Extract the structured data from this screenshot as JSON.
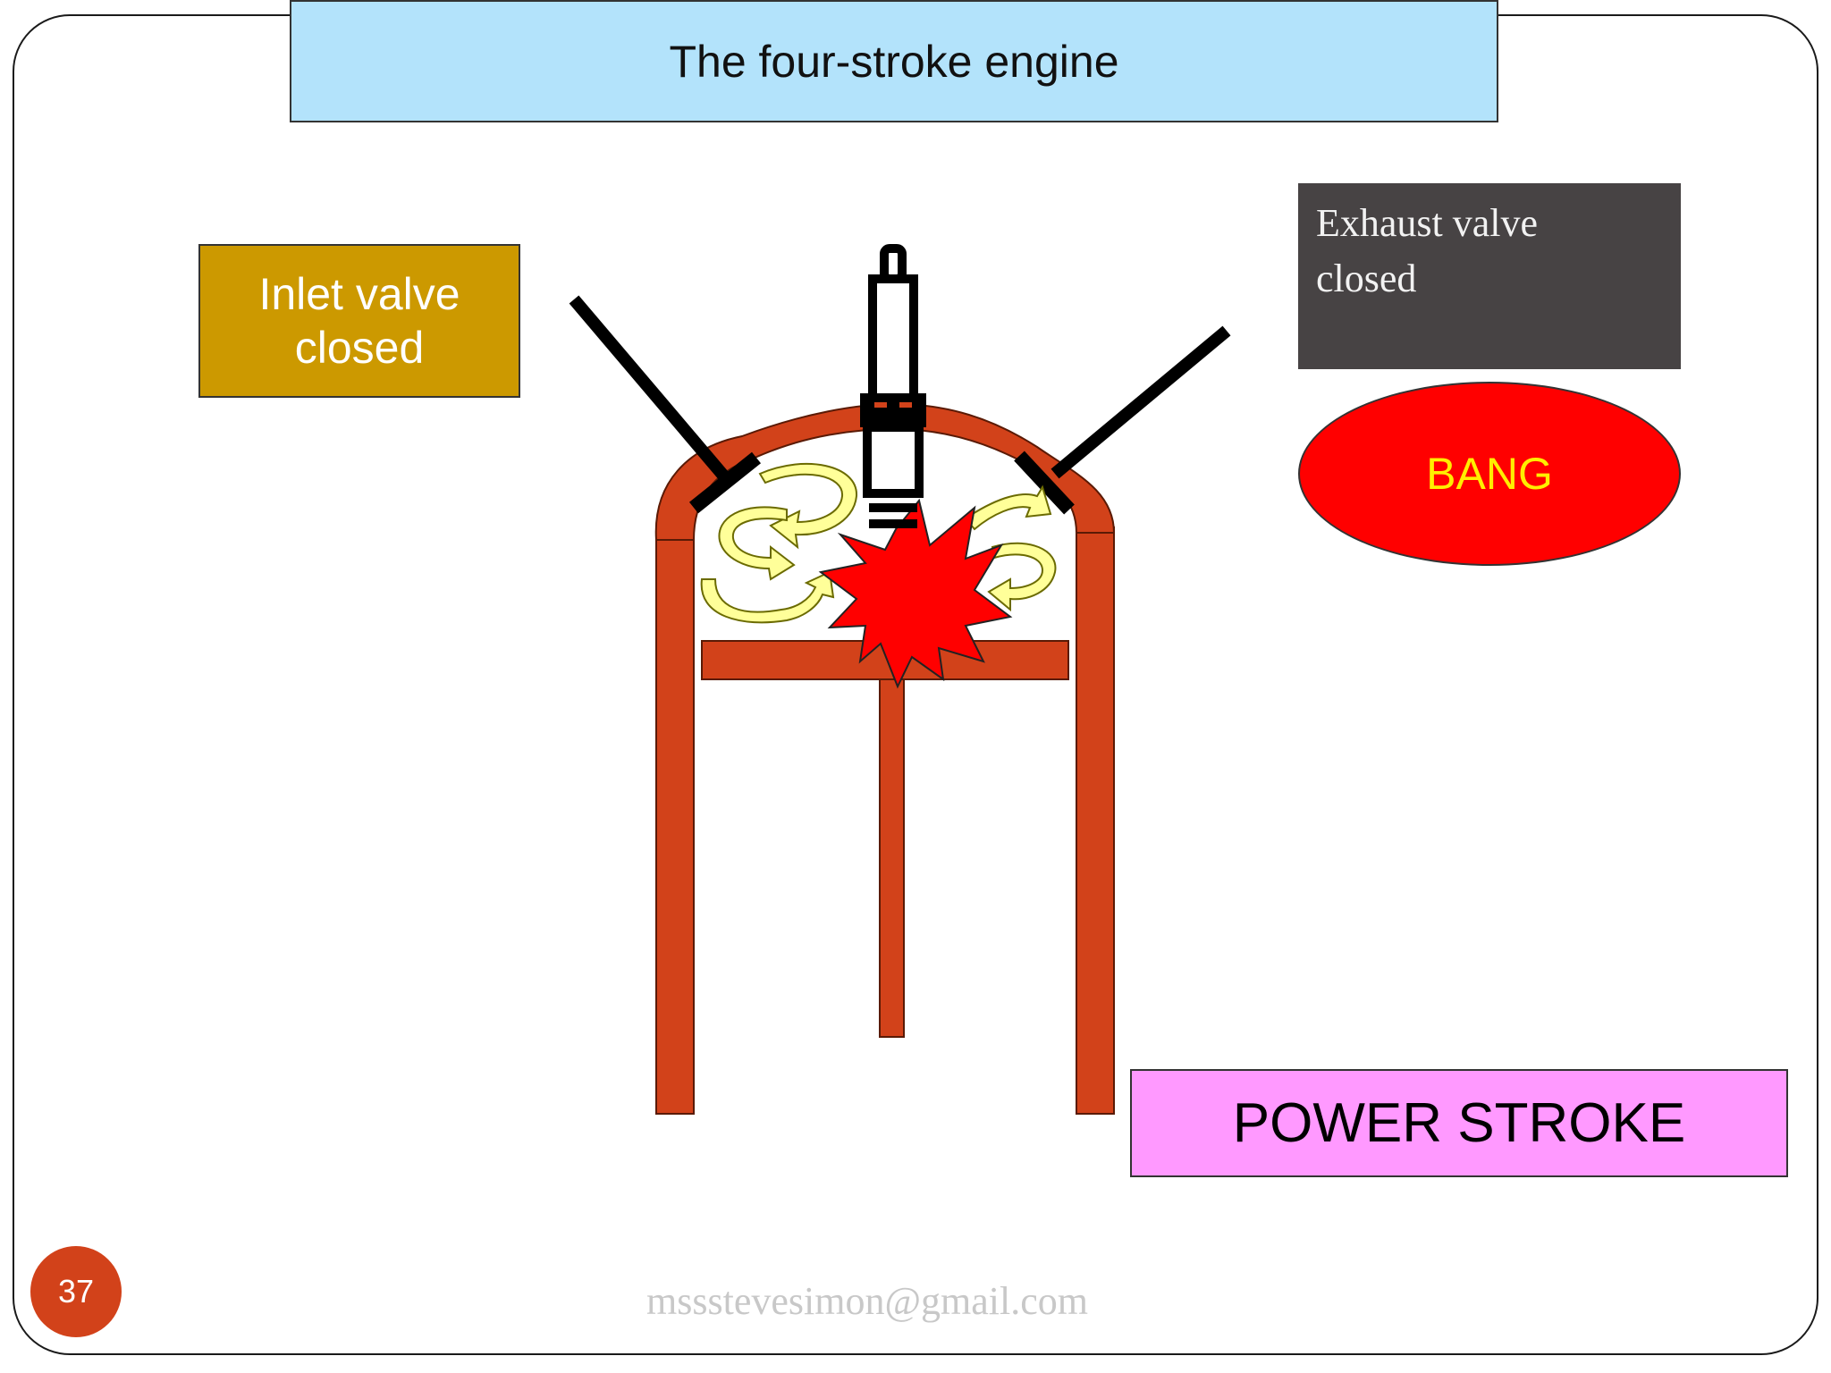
{
  "slide": {
    "title": "The four-stroke engine",
    "slide_number": "37",
    "footer": "mssstevesimon@gmail.com"
  },
  "labels": {
    "inlet_line1": "Inlet valve",
    "inlet_line2": "closed",
    "exhaust_line1": "Exhaust valve",
    "exhaust_line2": "closed",
    "bang": "BANG",
    "stroke": "POWER STROKE"
  },
  "colors": {
    "title_bg": "#b3e3fb",
    "inlet_bg": "#cc9900",
    "exhaust_bg": "#474344",
    "bang_fill": "#ff0000",
    "bang_text": "#ffee00",
    "stroke_bg": "#ff99ff",
    "cylinder": "#d2421a",
    "explosion": "#ff0000",
    "swirl_arrows": "#ffff99"
  }
}
